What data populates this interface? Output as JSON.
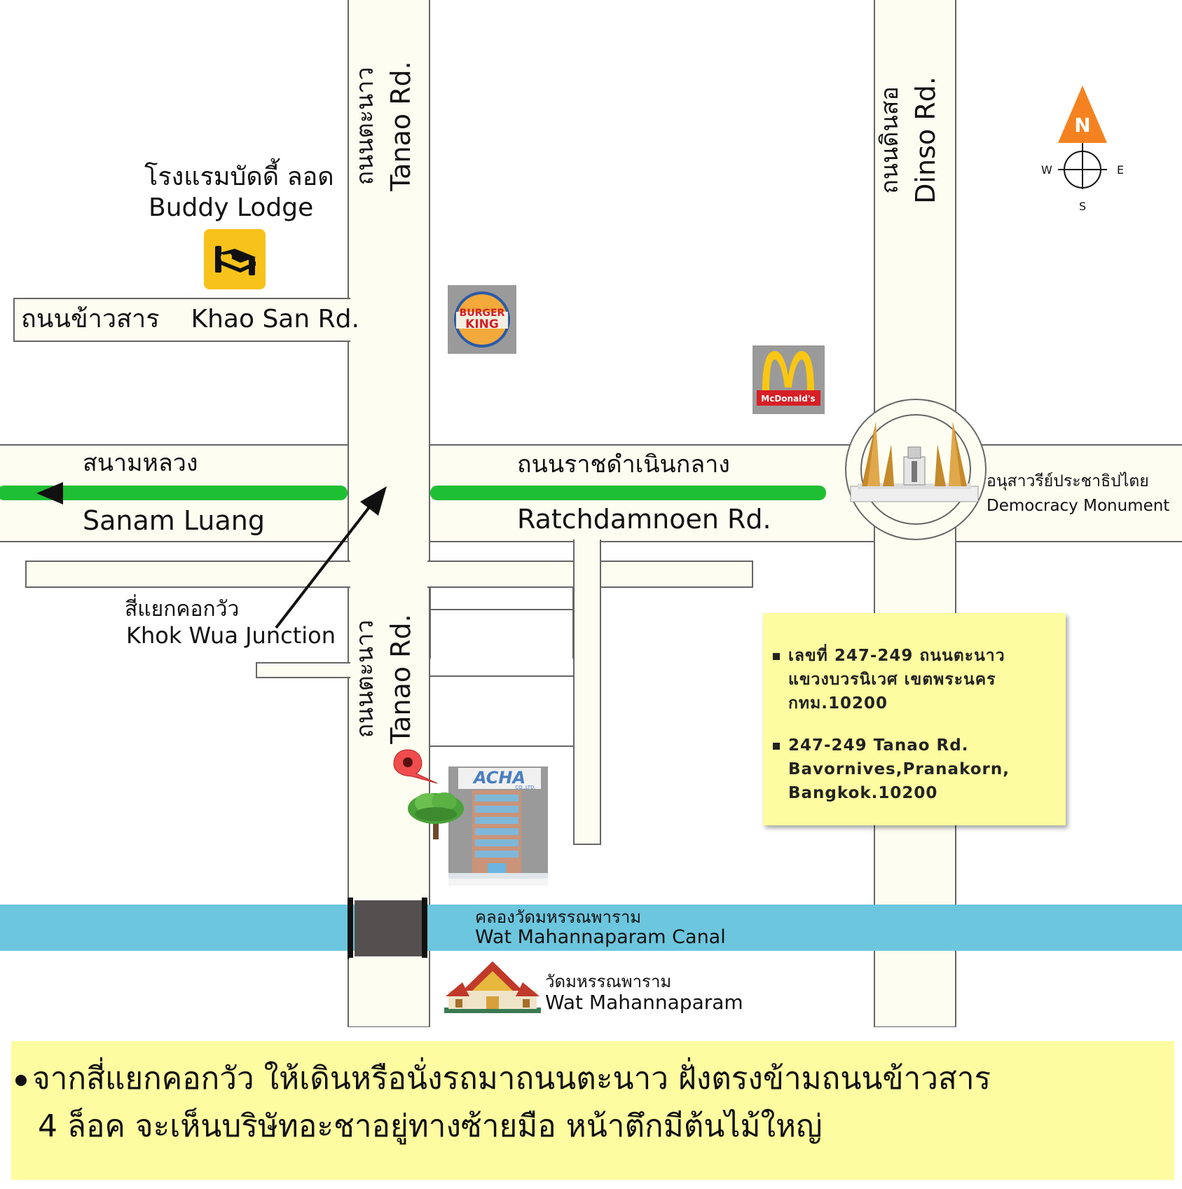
{
  "colors": {
    "road_fill": "#fdfdf1",
    "road_border": "#666666",
    "route_green": "#1fbf34",
    "canal_blue": "#6cc6de",
    "note_yellow": "#fdfca0",
    "hotel_yellow": "#f7c21a"
  },
  "roads": {
    "tanao_upper": {
      "th": "ถนนตะนาว",
      "en": "Tanao Rd."
    },
    "tanao_lower": {
      "th": "ถนนตะนาว",
      "en": "Tanao Rd."
    },
    "dinso": {
      "th": "ถนนดินสอ",
      "en": "Dinso Rd."
    },
    "khao_san": {
      "th": "ถนนข้าวสาร",
      "en": "Khao San Rd."
    },
    "sanam_luang": {
      "th": "สนามหลวง",
      "en": "Sanam Luang"
    },
    "ratchdamnoen": {
      "th": "ถนนราชดำเนินกลาง",
      "en": "Ratchdamnoen Rd."
    }
  },
  "places": {
    "hotel": {
      "th": "โรงแรมบัดดี้ ลอด",
      "en": "Buddy Lodge",
      "icon": "bed-icon"
    },
    "burger_king": {
      "line1": "BURGER",
      "line2": "KING"
    },
    "mcdonalds": {
      "label": "McDonald's"
    },
    "democracy_monument": {
      "th": "อนุสาวรีย์ประชาธิปไตย",
      "en": "Democracy Monument"
    },
    "junction": {
      "th": "สี่แยกคอกวัว",
      "en": "Khok Wua Junction"
    },
    "acha": {
      "logo": "ACHA",
      "sub": "CO.,LTD."
    },
    "canal": {
      "th": "คลองวัดมหรรณพาราม",
      "en": "Wat Mahannaparam Canal"
    },
    "temple": {
      "th": "วัดมหรรณพาราม",
      "en": "Wat Mahannaparam"
    }
  },
  "compass": {
    "n": "N",
    "w": "W",
    "e": "E",
    "s": "S"
  },
  "address": {
    "th_line1": "เลขที่ 247-249 ถนนตะนาว",
    "th_line2": "แขวงบวรนิเวศ เขตพระนคร",
    "th_line3": "กทม.10200",
    "en_line1": "247-249 Tanao Rd.",
    "en_line2": "Bavornives,Pranakorn,",
    "en_line3": "Bangkok.10200"
  },
  "directions": {
    "line1": "จากสี่แยกคอกวัว ให้เดินหรือนั่งรถมาถนนตะนาว ฝั่งตรงข้ามถนนข้าวสาร",
    "line2": "4 ล็อค จะเห็นบริษัทอะชาอยู่ทางซ้ายมือ หน้าตึกมีต้นไม้ใหญ่"
  }
}
